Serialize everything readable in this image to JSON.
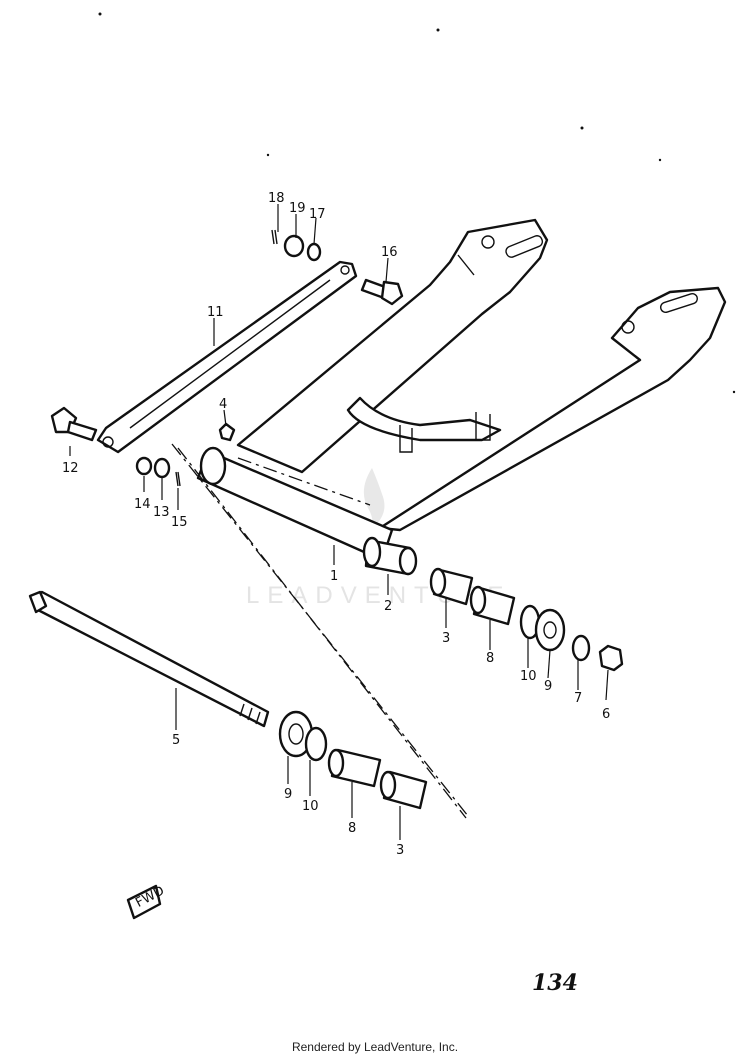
{
  "diagram": {
    "callouts": [
      {
        "id": "c1",
        "label": "1"
      },
      {
        "id": "c2",
        "label": "2"
      },
      {
        "id": "c3a",
        "label": "3"
      },
      {
        "id": "c3b",
        "label": "3"
      },
      {
        "id": "c4",
        "label": "4"
      },
      {
        "id": "c5",
        "label": "5"
      },
      {
        "id": "c6",
        "label": "6"
      },
      {
        "id": "c7",
        "label": "7"
      },
      {
        "id": "c8a",
        "label": "8"
      },
      {
        "id": "c8b",
        "label": "8"
      },
      {
        "id": "c9a",
        "label": "9"
      },
      {
        "id": "c9b",
        "label": "9"
      },
      {
        "id": "c10a",
        "label": "10"
      },
      {
        "id": "c10b",
        "label": "10"
      },
      {
        "id": "c11",
        "label": "11"
      },
      {
        "id": "c12",
        "label": "12"
      },
      {
        "id": "c13",
        "label": "13"
      },
      {
        "id": "c14",
        "label": "14"
      },
      {
        "id": "c15",
        "label": "15"
      },
      {
        "id": "c16",
        "label": "16"
      },
      {
        "id": "c17",
        "label": "17"
      },
      {
        "id": "c18",
        "label": "18"
      },
      {
        "id": "c19",
        "label": "19"
      }
    ],
    "page_number": "134",
    "fwd_label": "FWD",
    "watermark_text": "LEADVENTURE"
  },
  "footer": {
    "text": "Rendered by LeadVenture, Inc."
  },
  "colors": {
    "ink": "#111111",
    "paper": "#ffffff",
    "watermark": "#e4e4e4"
  }
}
